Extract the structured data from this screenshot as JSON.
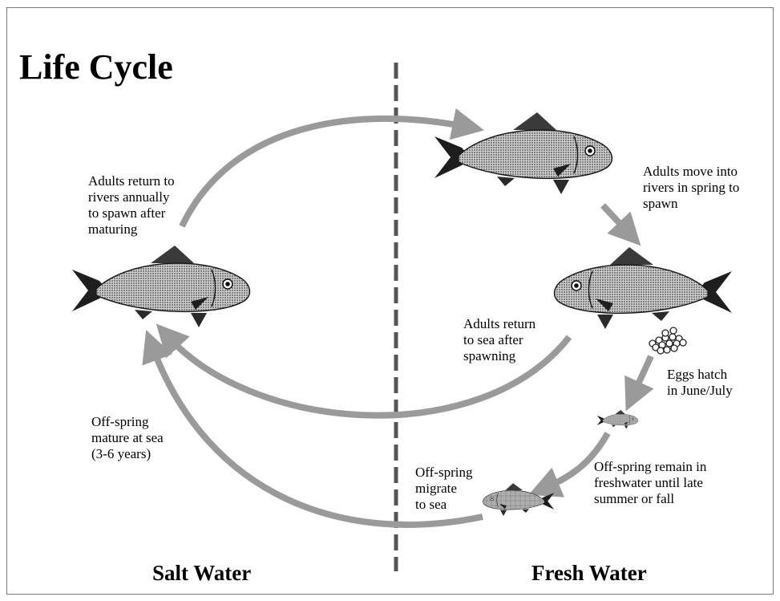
{
  "title": "Life Cycle",
  "regions": {
    "salt": "Salt Water",
    "fresh": "Fresh Water"
  },
  "labels": {
    "adults_return_rivers": "Adults return to\nrivers annually\nto spawn after\nmaturing",
    "adults_move_into_rivers": "Adults move into\nrivers in spring to\nspawn",
    "adults_return_sea": "Adults return\nto sea after\nspawning",
    "eggs_hatch": "Eggs hatch\nin June/July",
    "offspring_remain": "Off-spring remain in\nfreshwater until late\nsummer or  fall",
    "offspring_migrate": "Off-spring\nmigrate\nto sea",
    "offspring_mature": "Off-spring\nmature at sea\n(3-6 years)"
  },
  "colors": {
    "arrow": "#9a9a9a",
    "divider": "#555555",
    "fish_body": "#9c9c9c",
    "fish_dark": "#1e1e1e",
    "frame": "#7a7a7a"
  },
  "icons": {
    "adult_fish": "fish-icon",
    "juvenile_fish": "small-fish-icon",
    "eggs": "eggs-icon"
  }
}
